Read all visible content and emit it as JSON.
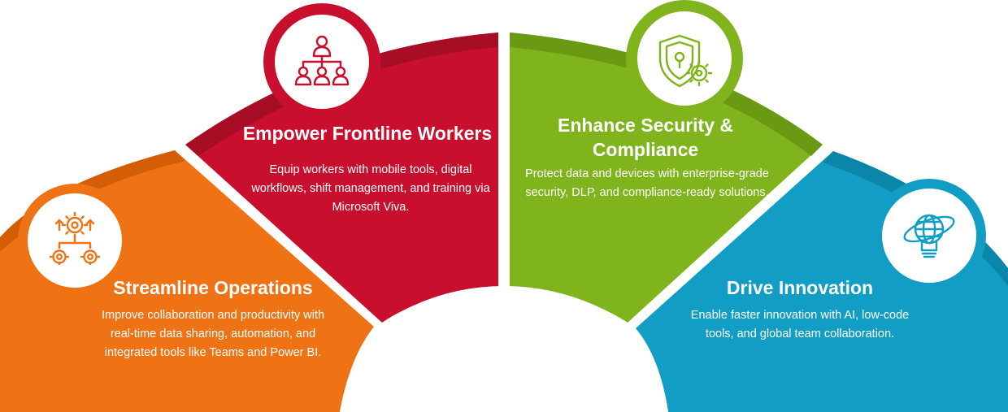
{
  "segments": [
    {
      "id": "streamline",
      "title": "Streamline Operations",
      "description": "Improve collaboration and productivity with real-time data sharing, automation, and integrated tools like Teams and Power BI.",
      "icon": "gears-workflow-icon",
      "color": "#ef7314",
      "dark_color": "#d35e07"
    },
    {
      "id": "empower",
      "title": "Empower Frontline Workers",
      "description": "Equip workers with mobile tools, digital workflows, shift management, and training via Microsoft Viva.",
      "icon": "team-hierarchy-icon",
      "color": "#c8102e",
      "dark_color": "#a80d26"
    },
    {
      "id": "security",
      "title_line1": "Enhance Security &",
      "title_line2": "Compliance",
      "description": "Protect data and devices with enterprise-grade security, DLP, and compliance-ready solutions.",
      "icon": "shield-lock-icon",
      "color": "#7fb41c",
      "dark_color": "#6a9a14"
    },
    {
      "id": "innovation",
      "title": "Drive Innovation",
      "description": "Enable faster innovation with AI, low-code tools, and global team collaboration.",
      "icon": "lightbulb-globe-icon",
      "color": "#129ec4",
      "dark_color": "#0c86a8"
    }
  ]
}
